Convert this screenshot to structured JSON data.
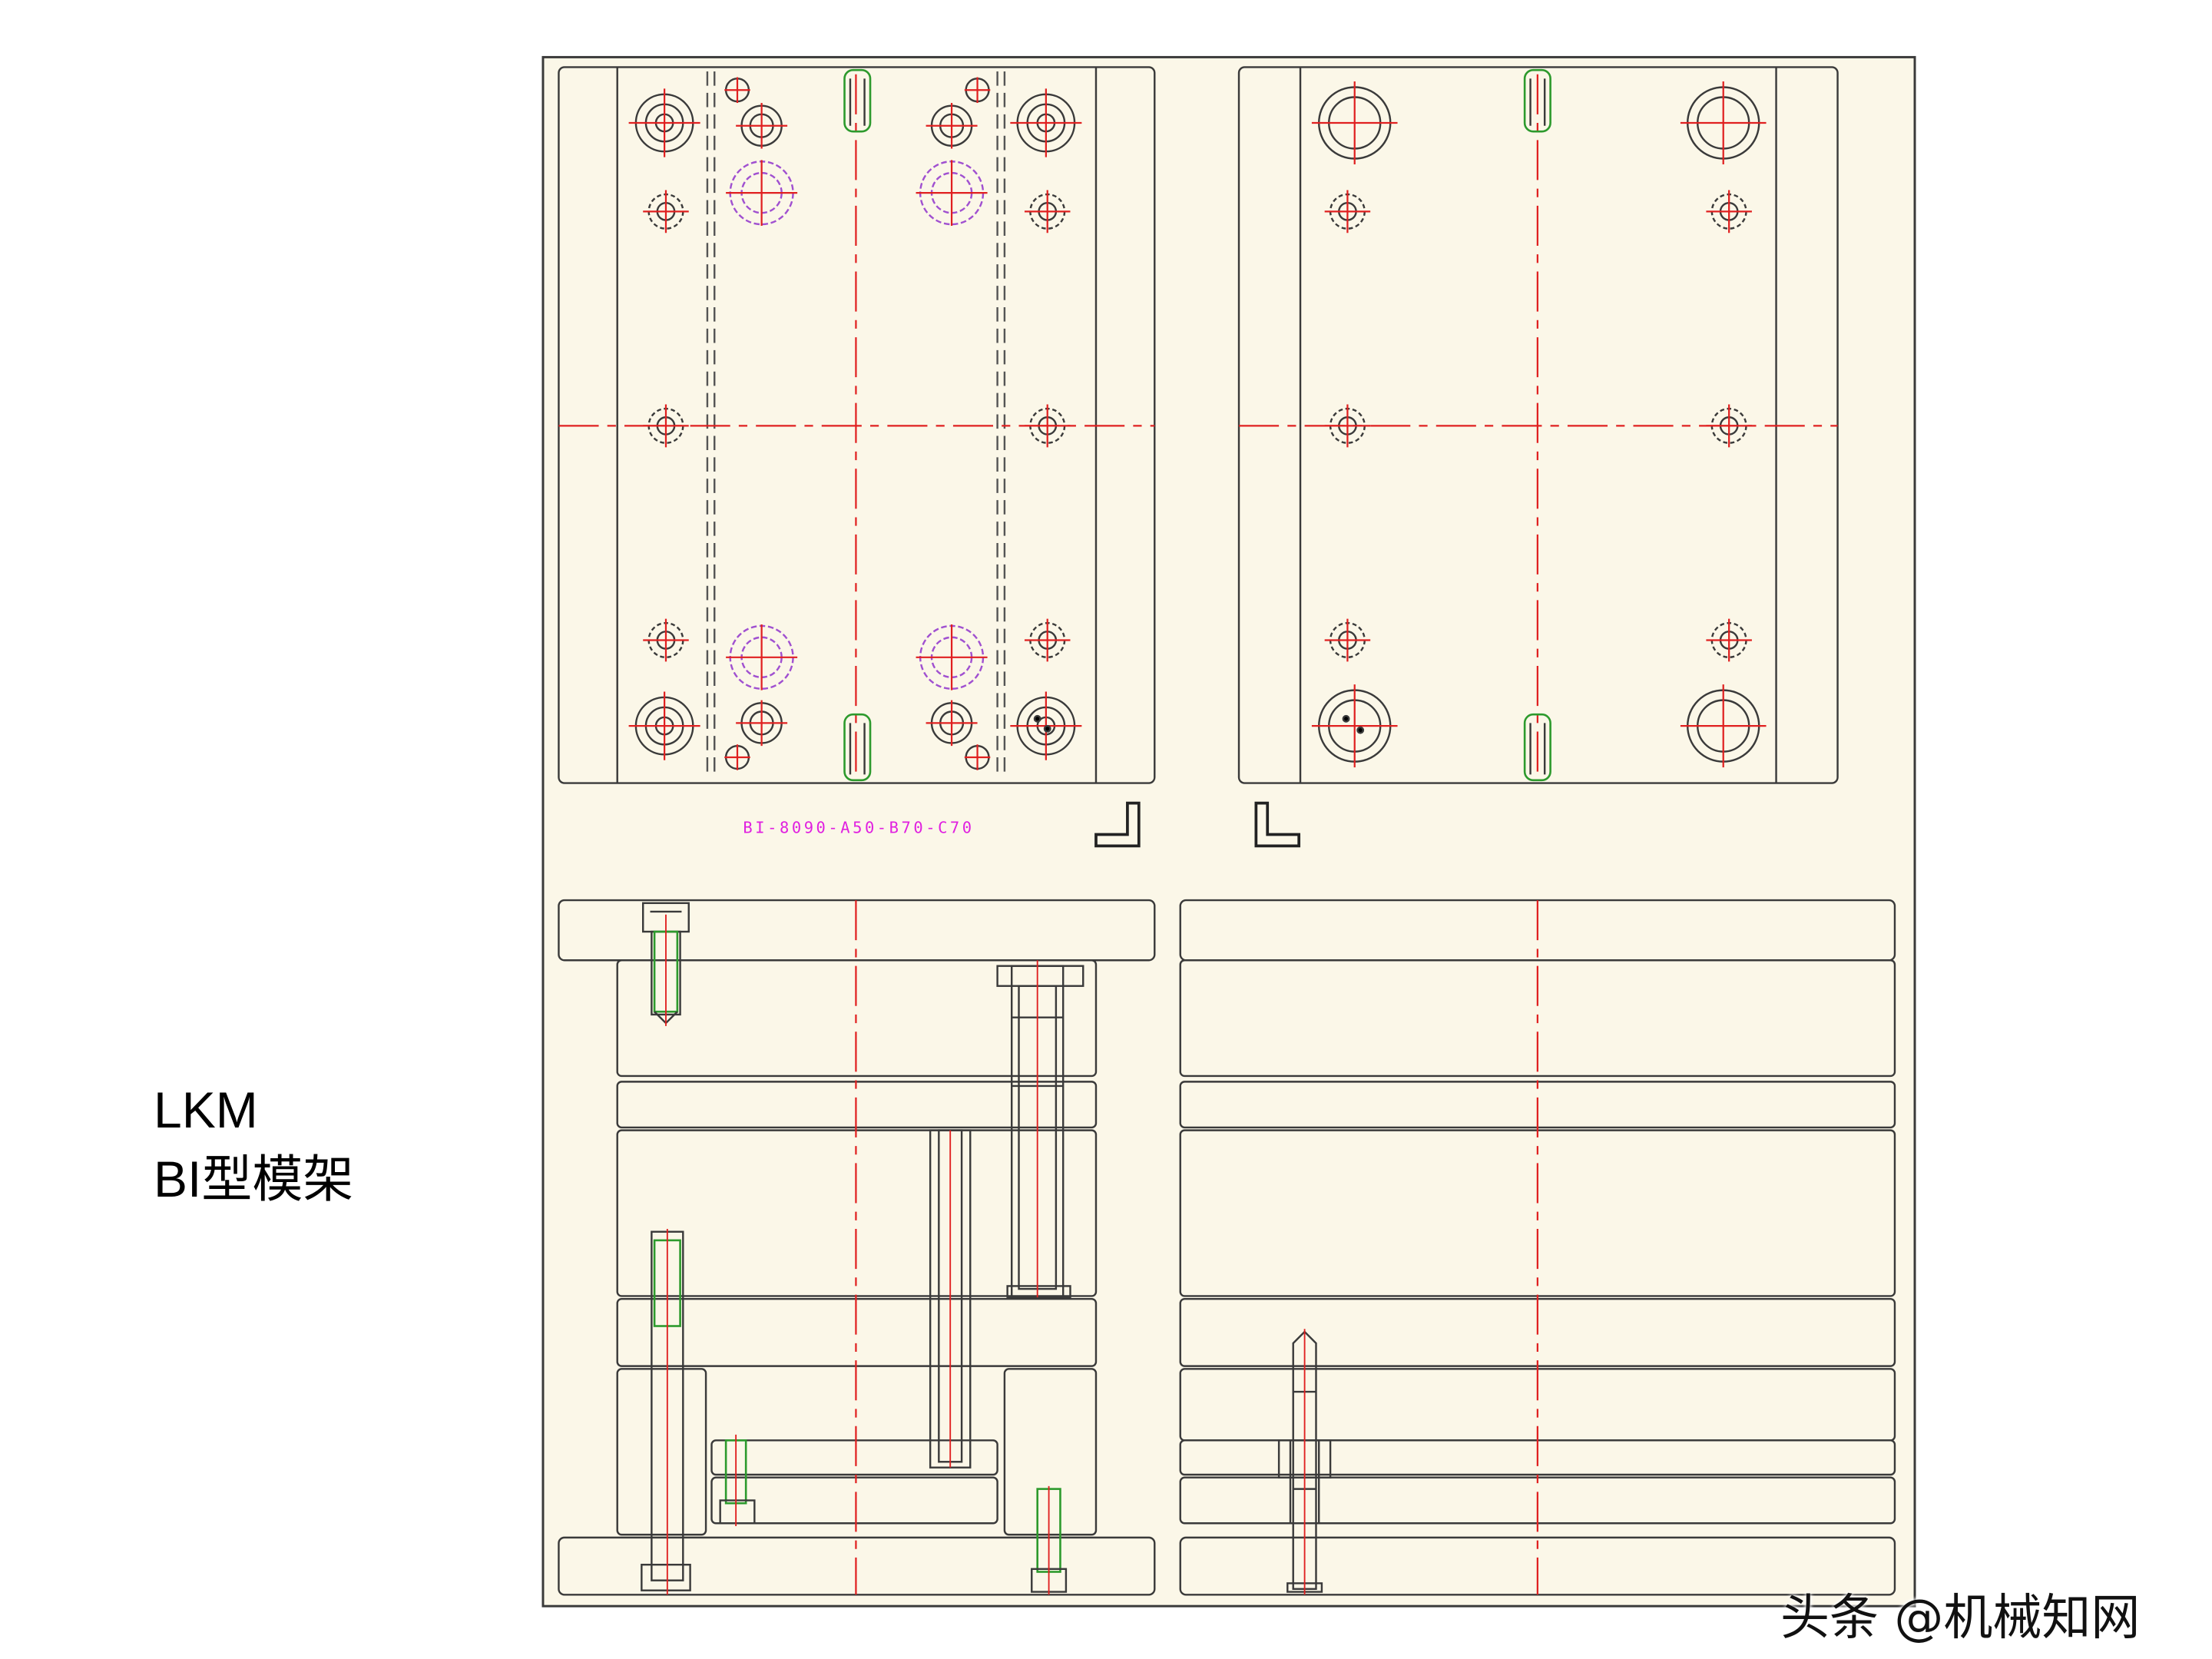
{
  "caption": {
    "line1": "LKM",
    "line2": "BI型模架"
  },
  "drawing": {
    "part_label": "BI-8090-A50-B70-C70",
    "colors": {
      "paper": "#fbf7e8",
      "outline": "#3a3a3a",
      "centerline": "#e02020",
      "hidden_line": "#555555",
      "alt_circle": "#a050d0",
      "green": "#2d9a2d",
      "label": "#e020e0"
    }
  },
  "watermark": {
    "text": "头条 @机械知网"
  }
}
